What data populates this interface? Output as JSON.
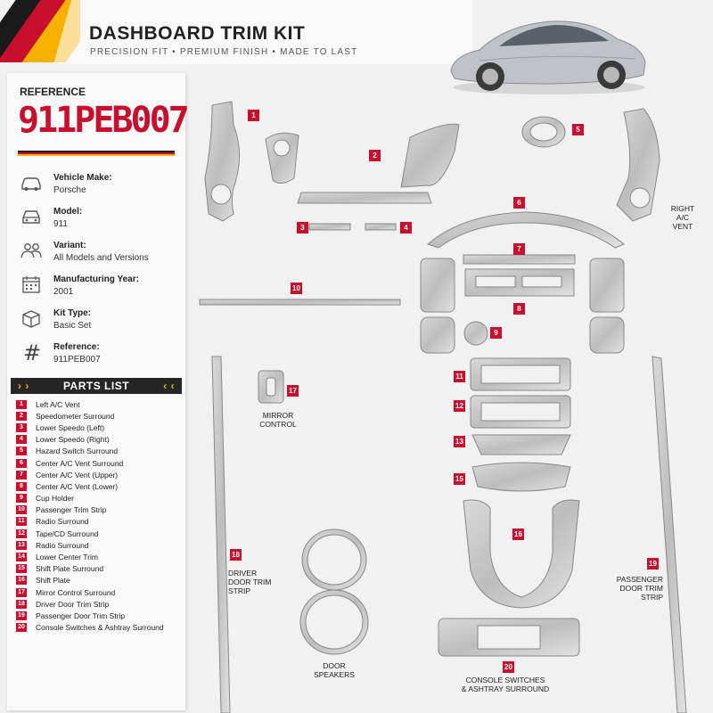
{
  "header": {
    "title": "DASHBOARD TRIM KIT",
    "subtitle": "PRECISION FIT • PREMIUM FINISH • MADE TO LAST"
  },
  "colors": {
    "accent": "#c8102e",
    "flag_black": "#1a1a1a",
    "flag_red": "#c8102e",
    "flag_gold": "#f5b000"
  },
  "sidebar": {
    "reference_label": "REFERENCE",
    "reference_code": "911PEB007",
    "info": [
      {
        "icon": "car-icon",
        "label": "Vehicle Make:",
        "value": "Porsche"
      },
      {
        "icon": "car-front-icon",
        "label": "Model:",
        "value": "911"
      },
      {
        "icon": "users-icon",
        "label": "Variant:",
        "value": "All Models and Versions"
      },
      {
        "icon": "calendar-icon",
        "label": "Manufacturing Year:",
        "value": "2001"
      },
      {
        "icon": "box-icon",
        "label": "Kit Type:",
        "value": "Basic Set"
      },
      {
        "icon": "hash-icon",
        "label": "Reference:",
        "value": "911PEB007"
      }
    ],
    "parts_title": "PARTS LIST",
    "parts": [
      {
        "n": "1",
        "name": "Left A/C Vent"
      },
      {
        "n": "2",
        "name": "Speedometer Surround"
      },
      {
        "n": "3",
        "name": "Lower Speedo (Left)"
      },
      {
        "n": "4",
        "name": "Lower Speedo (Right)"
      },
      {
        "n": "5",
        "name": "Hazard Switch Surround"
      },
      {
        "n": "6",
        "name": "Center A/C Vent Surround"
      },
      {
        "n": "7",
        "name": "Center A/C Vent (Upper)"
      },
      {
        "n": "8",
        "name": "Center A/C Vent (Lower)"
      },
      {
        "n": "9",
        "name": "Cup Holder"
      },
      {
        "n": "10",
        "name": "Passenger Trim Strip"
      },
      {
        "n": "11",
        "name": "Radio Surround"
      },
      {
        "n": "12",
        "name": "Tape/CD Surround"
      },
      {
        "n": "13",
        "name": "Radio Surround"
      },
      {
        "n": "14",
        "name": "Lower Center Trim"
      },
      {
        "n": "15",
        "name": "Shift Plate Surround"
      },
      {
        "n": "16",
        "name": "Shift Plate"
      },
      {
        "n": "17",
        "name": "Mirror Control Surround"
      },
      {
        "n": "18",
        "name": "Driver Door Trim Strip"
      },
      {
        "n": "19",
        "name": "Passenger Door Trim Strip"
      },
      {
        "n": "20",
        "name": "Console Switches & Ashtray Surround"
      }
    ]
  },
  "diagram": {
    "tags": [
      "1",
      "2",
      "3",
      "4",
      "5",
      "6",
      "7",
      "8",
      "9",
      "10",
      "11",
      "12",
      "13",
      "15",
      "16",
      "17",
      "18",
      "19",
      "20"
    ],
    "captions": {
      "right_vent": [
        "RIGHT",
        "A/C",
        "VENT"
      ],
      "mirror": [
        "MIRROR",
        "CONTROL"
      ],
      "driver_door": [
        "DRIVER",
        "DOOR TRIM STRIP"
      ],
      "passenger_door": [
        "PASSENGER",
        "DOOR TRIM STRIP"
      ],
      "door_speakers": [
        "DOOR",
        "SPEAKERS"
      ],
      "console": [
        "CONSOLE SWITCHES",
        "& ASHTRAY SURROUND"
      ]
    }
  }
}
